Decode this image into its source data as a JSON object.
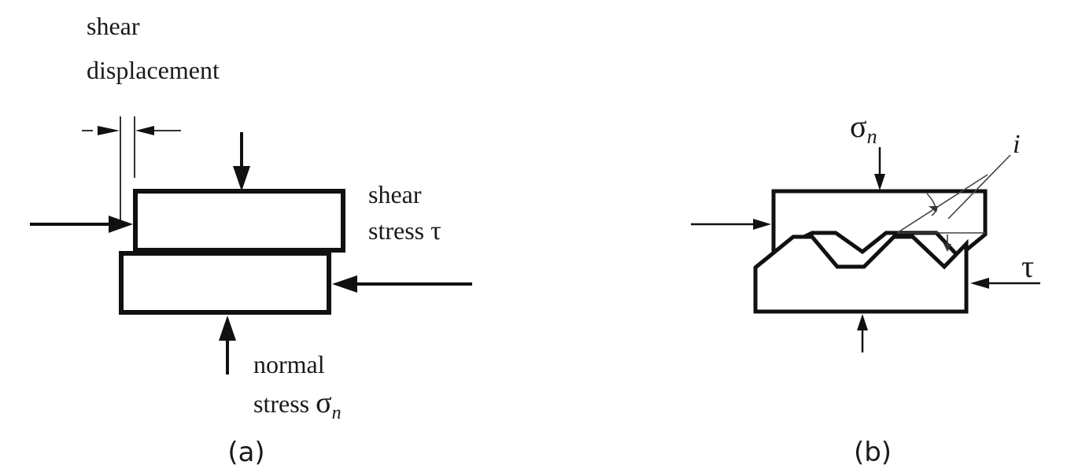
{
  "panel_a": {
    "displacement_label_line1": "shear",
    "displacement_label_line2": "displacement",
    "shear_label_line1": "shear",
    "shear_label_line2": "stress",
    "shear_symbol": "τ",
    "normal_label_line1": "normal",
    "normal_label_line2": "stress",
    "normal_symbol": "σ",
    "normal_subscript": "n",
    "caption": "(a)"
  },
  "panel_b": {
    "normal_symbol": "σ",
    "normal_subscript": "n",
    "angle_label": "i",
    "shear_symbol": "τ",
    "caption": "(b)"
  }
}
